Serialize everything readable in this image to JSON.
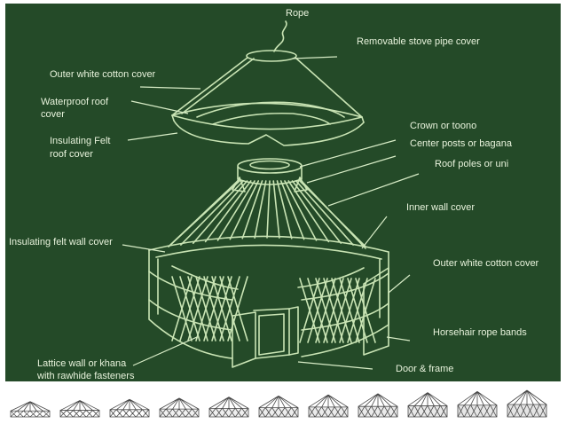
{
  "diagram": {
    "background": "#244a28",
    "line_color": "#c9e4b4",
    "labels": {
      "rope": "Rope",
      "stove_pipe_cover": "Removable stove pipe cover",
      "outer_roof_cover": "Outer white cotton cover",
      "waterproof_roof_cover": [
        "Waterproof roof",
        "cover"
      ],
      "felt_roof_cover": [
        "Insulating Felt",
        "roof cover"
      ],
      "crown": "Crown or toono",
      "center_posts": "Center posts or bagana",
      "roof_poles": "Roof poles or uni",
      "inner_wall_cover": "Inner wall cover",
      "felt_wall_cover": "Insulating felt wall cover",
      "outer_wall_cover": "Outer white cotton cover",
      "horsehair_bands": "Horsehair rope bands",
      "lattice_wall": [
        "Lattice wall or khana",
        "with rawhide fasteners"
      ],
      "door_frame": "Door & frame"
    }
  },
  "thumbnail_strip": {
    "background": "#ffffff",
    "stage_icons": [
      "yurt-frame-stage-1-icon",
      "yurt-frame-stage-2-icon",
      "yurt-frame-stage-3-icon",
      "yurt-frame-stage-4-icon",
      "yurt-frame-stage-5-icon",
      "yurt-frame-stage-6-icon",
      "yurt-frame-stage-7-icon",
      "yurt-frame-stage-8-icon",
      "yurt-frame-stage-9-icon",
      "yurt-frame-stage-10-icon",
      "yurt-frame-stage-11-icon"
    ]
  }
}
